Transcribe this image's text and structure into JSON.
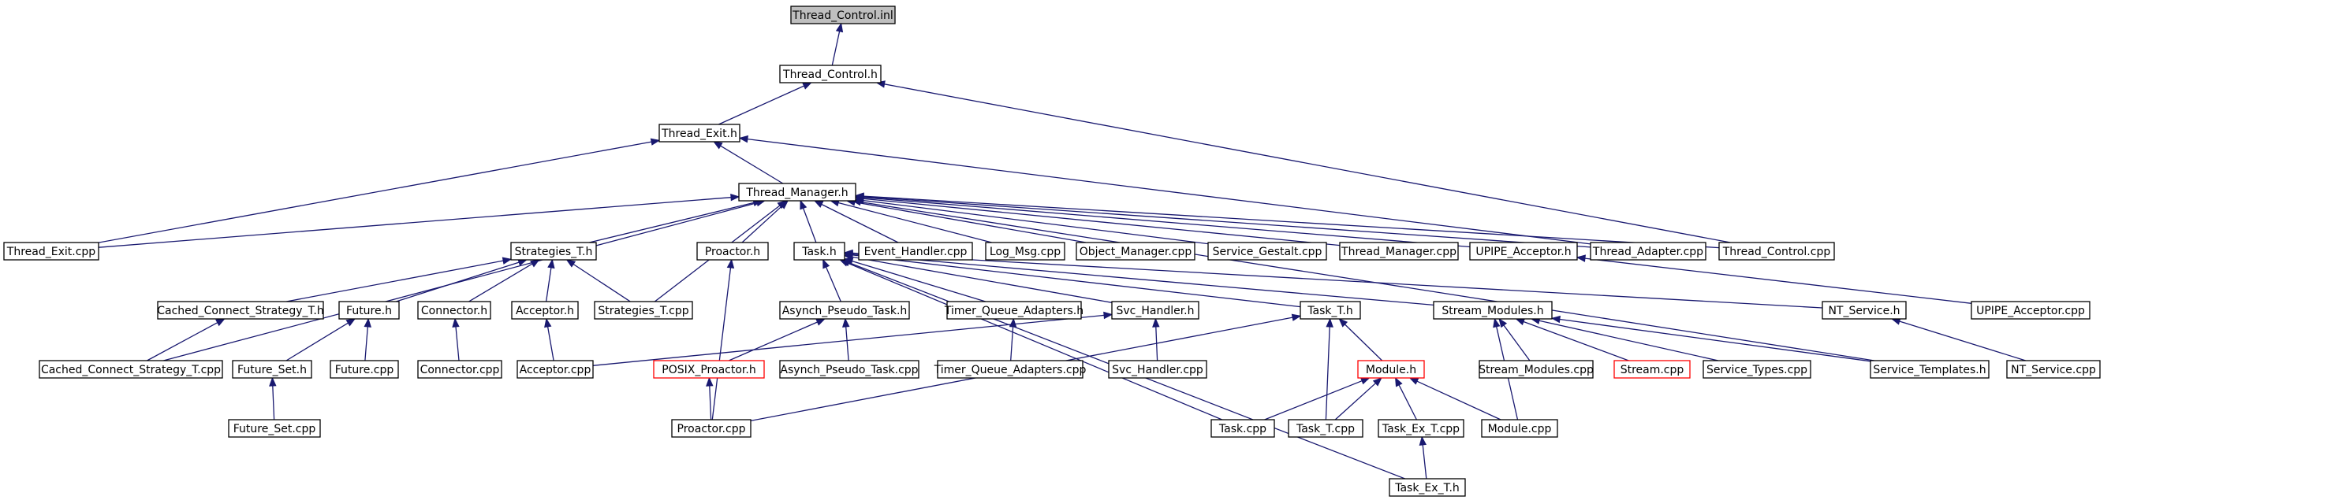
{
  "colors": {
    "edge": "#191970",
    "node_border": "#000000",
    "node_border_highlight": "#ff0000",
    "root_fill": "#bfbfbf",
    "node_fill": "#ffffff"
  },
  "nodes": [
    {
      "id": "thread_control_inl",
      "label": "Thread_Control.inl",
      "root": true
    },
    {
      "id": "thread_control_h",
      "label": "Thread_Control.h"
    },
    {
      "id": "thread_exit_h",
      "label": "Thread_Exit.h"
    },
    {
      "id": "thread_manager_h",
      "label": "Thread_Manager.h"
    },
    {
      "id": "thread_exit_cpp",
      "label": "Thread_Exit.cpp"
    },
    {
      "id": "strategies_t_h",
      "label": "Strategies_T.h"
    },
    {
      "id": "proactor_h",
      "label": "Proactor.h"
    },
    {
      "id": "task_h",
      "label": "Task.h"
    },
    {
      "id": "event_handler_cpp",
      "label": "Event_Handler.cpp"
    },
    {
      "id": "log_msg_cpp",
      "label": "Log_Msg.cpp"
    },
    {
      "id": "object_manager_cpp",
      "label": "Object_Manager.cpp"
    },
    {
      "id": "service_gestalt_cpp",
      "label": "Service_Gestalt.cpp"
    },
    {
      "id": "thread_manager_cpp",
      "label": "Thread_Manager.cpp"
    },
    {
      "id": "upipe_acceptor_h",
      "label": "UPIPE_Acceptor.h"
    },
    {
      "id": "thread_adapter_cpp",
      "label": "Thread_Adapter.cpp"
    },
    {
      "id": "thread_control_cpp",
      "label": "Thread_Control.cpp"
    },
    {
      "id": "cached_connect_strategy_t_h",
      "label": "Cached_Connect_Strategy_T.h"
    },
    {
      "id": "future_h",
      "label": "Future.h"
    },
    {
      "id": "connector_h",
      "label": "Connector.h"
    },
    {
      "id": "acceptor_h",
      "label": "Acceptor.h"
    },
    {
      "id": "strategies_t_cpp",
      "label": "Strategies_T.cpp"
    },
    {
      "id": "asynch_pseudo_task_h",
      "label": "Asynch_Pseudo_Task.h"
    },
    {
      "id": "timer_queue_adapters_h",
      "label": "Timer_Queue_Adapters.h"
    },
    {
      "id": "svc_handler_h",
      "label": "Svc_Handler.h"
    },
    {
      "id": "task_t_h",
      "label": "Task_T.h"
    },
    {
      "id": "stream_modules_h",
      "label": "Stream_Modules.h"
    },
    {
      "id": "nt_service_h",
      "label": "NT_Service.h"
    },
    {
      "id": "upipe_acceptor_cpp",
      "label": "UPIPE_Acceptor.cpp"
    },
    {
      "id": "cached_connect_strategy_t_cpp",
      "label": "Cached_Connect_Strategy_T.cpp"
    },
    {
      "id": "future_set_h",
      "label": "Future_Set.h"
    },
    {
      "id": "future_cpp",
      "label": "Future.cpp"
    },
    {
      "id": "connector_cpp",
      "label": "Connector.cpp"
    },
    {
      "id": "acceptor_cpp",
      "label": "Acceptor.cpp"
    },
    {
      "id": "posix_proactor_h",
      "label": "POSIX_Proactor.h",
      "highlight": true
    },
    {
      "id": "asynch_pseudo_task_cpp",
      "label": "Asynch_Pseudo_Task.cpp"
    },
    {
      "id": "timer_queue_adapters_cpp",
      "label": "Timer_Queue_Adapters.cpp"
    },
    {
      "id": "svc_handler_cpp",
      "label": "Svc_Handler.cpp"
    },
    {
      "id": "module_h",
      "label": "Module.h",
      "highlight": true
    },
    {
      "id": "stream_modules_cpp",
      "label": "Stream_Modules.cpp"
    },
    {
      "id": "stream_cpp",
      "label": "Stream.cpp",
      "highlight": true
    },
    {
      "id": "service_types_cpp",
      "label": "Service_Types.cpp"
    },
    {
      "id": "service_templates_h",
      "label": "Service_Templates.h"
    },
    {
      "id": "nt_service_cpp",
      "label": "NT_Service.cpp"
    },
    {
      "id": "future_set_cpp",
      "label": "Future_Set.cpp"
    },
    {
      "id": "proactor_cpp",
      "label": "Proactor.cpp"
    },
    {
      "id": "task_cpp",
      "label": "Task.cpp"
    },
    {
      "id": "task_t_cpp",
      "label": "Task_T.cpp"
    },
    {
      "id": "task_ex_t_cpp",
      "label": "Task_Ex_T.cpp"
    },
    {
      "id": "module_cpp",
      "label": "Module.cpp"
    },
    {
      "id": "task_ex_t_h",
      "label": "Task_Ex_T.h"
    }
  ],
  "edges": [
    [
      "thread_control_h",
      "thread_control_inl"
    ],
    [
      "thread_exit_h",
      "thread_control_h"
    ],
    [
      "thread_control_cpp",
      "thread_control_h"
    ],
    [
      "thread_manager_h",
      "thread_exit_h"
    ],
    [
      "thread_exit_cpp",
      "thread_exit_h"
    ],
    [
      "thread_adapter_cpp",
      "thread_exit_h"
    ],
    [
      "thread_exit_cpp",
      "thread_manager_h"
    ],
    [
      "strategies_t_h",
      "thread_manager_h"
    ],
    [
      "proactor_h",
      "thread_manager_h"
    ],
    [
      "task_h",
      "thread_manager_h"
    ],
    [
      "event_handler_cpp",
      "thread_manager_h"
    ],
    [
      "log_msg_cpp",
      "thread_manager_h"
    ],
    [
      "object_manager_cpp",
      "thread_manager_h"
    ],
    [
      "service_gestalt_cpp",
      "thread_manager_h"
    ],
    [
      "thread_manager_cpp",
      "thread_manager_h"
    ],
    [
      "upipe_acceptor_h",
      "thread_manager_h"
    ],
    [
      "thread_adapter_cpp",
      "thread_manager_h"
    ],
    [
      "thread_control_cpp",
      "thread_manager_h"
    ],
    [
      "cached_connect_strategy_t_cpp",
      "thread_manager_h"
    ],
    [
      "strategies_t_cpp",
      "thread_manager_h"
    ],
    [
      "service_templates_h",
      "thread_manager_h"
    ],
    [
      "cached_connect_strategy_t_h",
      "strategies_t_h"
    ],
    [
      "future_h",
      "strategies_t_h"
    ],
    [
      "connector_h",
      "strategies_t_h"
    ],
    [
      "acceptor_h",
      "strategies_t_h"
    ],
    [
      "strategies_t_cpp",
      "strategies_t_h"
    ],
    [
      "cached_connect_strategy_t_cpp",
      "cached_connect_strategy_t_h"
    ],
    [
      "future_set_h",
      "future_h"
    ],
    [
      "future_cpp",
      "future_h"
    ],
    [
      "future_set_cpp",
      "future_set_h"
    ],
    [
      "connector_cpp",
      "connector_h"
    ],
    [
      "acceptor_cpp",
      "acceptor_h"
    ],
    [
      "proactor_cpp",
      "proactor_h"
    ],
    [
      "asynch_pseudo_task_h",
      "task_h"
    ],
    [
      "timer_queue_adapters_h",
      "task_h"
    ],
    [
      "svc_handler_h",
      "task_h"
    ],
    [
      "task_t_h",
      "task_h"
    ],
    [
      "stream_modules_h",
      "task_h"
    ],
    [
      "nt_service_h",
      "task_h"
    ],
    [
      "task_cpp",
      "task_h"
    ],
    [
      "task_ex_t_h",
      "task_h"
    ],
    [
      "posix_proactor_h",
      "asynch_pseudo_task_h"
    ],
    [
      "asynch_pseudo_task_cpp",
      "asynch_pseudo_task_h"
    ],
    [
      "timer_queue_adapters_cpp",
      "timer_queue_adapters_h"
    ],
    [
      "svc_handler_cpp",
      "svc_handler_h"
    ],
    [
      "acceptor_cpp",
      "svc_handler_h"
    ],
    [
      "module_h",
      "task_t_h"
    ],
    [
      "task_t_cpp",
      "task_t_h"
    ],
    [
      "proactor_cpp",
      "task_t_h"
    ],
    [
      "stream_modules_cpp",
      "stream_modules_h"
    ],
    [
      "stream_cpp",
      "stream_modules_h"
    ],
    [
      "service_types_cpp",
      "stream_modules_h"
    ],
    [
      "service_templates_h",
      "stream_modules_h"
    ],
    [
      "module_cpp",
      "stream_modules_h"
    ],
    [
      "nt_service_cpp",
      "nt_service_h"
    ],
    [
      "upipe_acceptor_cpp",
      "upipe_acceptor_h"
    ],
    [
      "proactor_cpp",
      "posix_proactor_h"
    ],
    [
      "task_cpp",
      "module_h"
    ],
    [
      "task_t_cpp",
      "module_h"
    ],
    [
      "task_ex_t_cpp",
      "module_h"
    ],
    [
      "module_cpp",
      "module_h"
    ],
    [
      "task_ex_t_h",
      "task_ex_t_cpp"
    ]
  ]
}
